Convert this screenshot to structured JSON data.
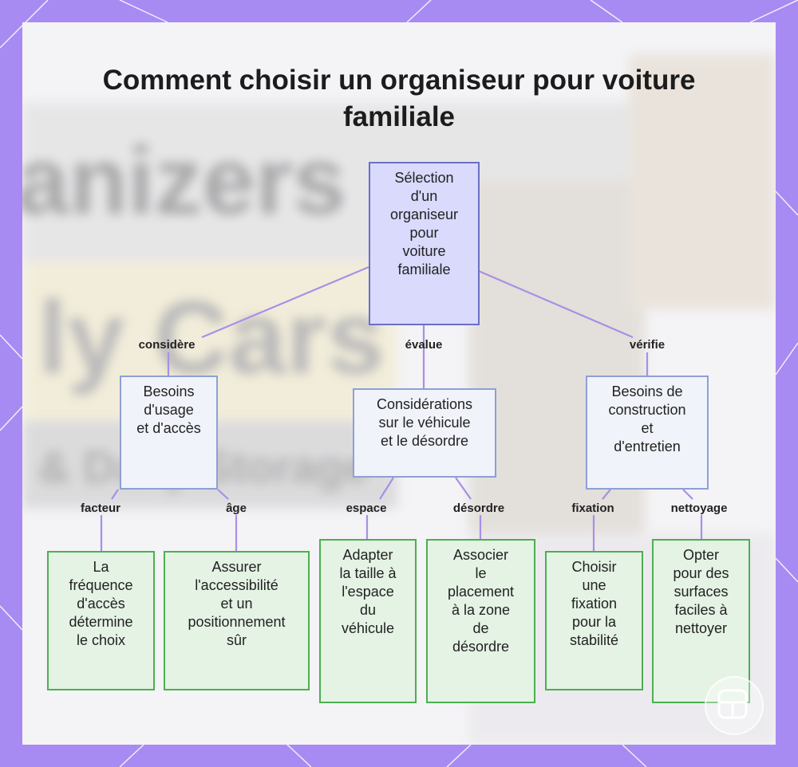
{
  "title": "Comment choisir un organiseur pour voiture familiale",
  "background_words": [
    "anizers",
    "ly Cars",
    "& Daily Storage"
  ],
  "colors": {
    "frame": "#a78bf2",
    "connector": "#a98fe6",
    "root_fill": "#d9dafc",
    "root_border": "#6b6fc4",
    "mid_fill": "#f1f3fa",
    "mid_border": "#8da0d6",
    "leaf_fill": "#e5f3e5",
    "leaf_border": "#4caf50"
  },
  "root": {
    "lines": [
      "Sélection",
      "d'un",
      "organiseur",
      "pour",
      "voiture",
      "familiale"
    ]
  },
  "edges": {
    "considere": "considère",
    "evalue": "évalue",
    "verifie": "vérifie",
    "facteur": "facteur",
    "age": "âge",
    "espace": "espace",
    "desordre": "désordre",
    "fixation": "fixation",
    "nettoyage": "nettoyage"
  },
  "categories": {
    "usage": {
      "lines": [
        "Besoins",
        "d'usage",
        "et d'accès"
      ]
    },
    "vehicule": {
      "lines": [
        "Considérations",
        "sur le véhicule",
        "et le désordre"
      ]
    },
    "construction": {
      "lines": [
        "Besoins de",
        "construction",
        "et",
        "d'entretien"
      ]
    }
  },
  "leaves": {
    "frequence": {
      "lines": [
        "La",
        "fréquence",
        "d'accès",
        "détermine",
        "le choix"
      ]
    },
    "accessibilite": {
      "lines": [
        "Assurer",
        "l'accessibilité",
        "et un",
        "positionnement",
        "sûr"
      ]
    },
    "taille": {
      "lines": [
        "Adapter",
        "la taille à",
        "l'espace",
        "du",
        "véhicule"
      ]
    },
    "placement": {
      "lines": [
        "Associer",
        "le",
        "placement",
        "à la zone",
        "de",
        "désordre"
      ]
    },
    "fixation": {
      "lines": [
        "Choisir",
        "une",
        "fixation",
        "pour la",
        "stabilité"
      ]
    },
    "surfaces": {
      "lines": [
        "Opter",
        "pour des",
        "surfaces",
        "faciles à",
        "nettoyer"
      ]
    }
  }
}
